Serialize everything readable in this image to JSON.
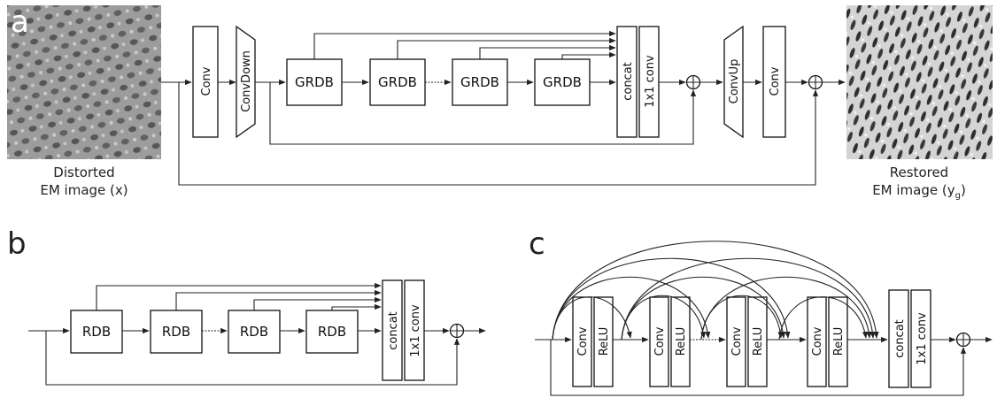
{
  "panel_a": {
    "letter": "a",
    "input_caption": [
      "Distorted",
      "EM image (x)"
    ],
    "output_caption": [
      "Restored",
      "EM image (y",
      "g",
      ")"
    ],
    "conv": "Conv",
    "conv_down": "ConvDown",
    "grdb": [
      "GRDB",
      "GRDB",
      "GRDB",
      "GRDB"
    ],
    "concat": "concat",
    "conv1x1": "1x1 conv",
    "conv_up": "ConvUp",
    "conv_out": "Conv",
    "input_image": "distorted-em-image",
    "output_image": "restored-em-image"
  },
  "panel_b": {
    "letter": "b",
    "rdb": [
      "RDB",
      "RDB",
      "RDB",
      "RDB"
    ],
    "concat": "concat",
    "conv1x1": "1x1 conv"
  },
  "panel_c": {
    "letter": "c",
    "conv": "Conv",
    "relu": "ReLU",
    "concat": "concat",
    "conv1x1": "1x1 conv"
  },
  "symbols": {
    "sum": "⊕"
  }
}
